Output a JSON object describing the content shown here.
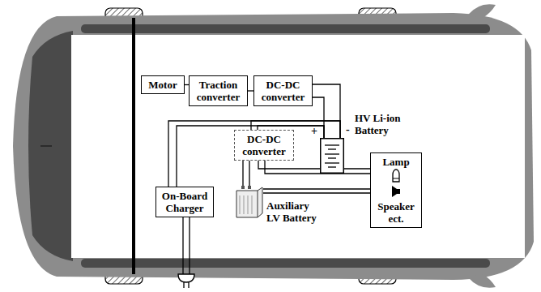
{
  "diagram": {
    "nodes": [
      {
        "text": [
          "Motor"
        ]
      },
      {
        "text": [
          "Traction converter"
        ]
      },
      {
        "text": [
          "DC-DC converter"
        ]
      },
      {
        "text": [
          "HV Li-ion Battery"
        ]
      },
      {
        "text": [
          "DC-DC converter"
        ]
      },
      {
        "text": [
          "Lamp",
          "Speaker ect."
        ]
      },
      {
        "text": [
          "On-Board Charger"
        ]
      },
      {
        "text": [
          "Auxiliary LV Battery"
        ]
      }
    ],
    "edges": [
      {
        "from": 0,
        "to": 1,
        "arrow": "none"
      },
      {
        "from": 1,
        "to": 2,
        "arrow": "none"
      },
      {
        "from": 2,
        "to": 3,
        "arrow": "none"
      },
      {
        "from": 4,
        "to": 3,
        "arrow": "none"
      },
      {
        "from": 6,
        "to": 3,
        "arrow": "none"
      },
      {
        "from": 4,
        "to": 7,
        "arrow": "none"
      },
      {
        "from": 4,
        "to": 5,
        "arrow": "none"
      },
      {
        "from": 7,
        "to": 5,
        "arrow": "none"
      }
    ],
    "labels": [
      "+",
      "-"
    ]
  }
}
